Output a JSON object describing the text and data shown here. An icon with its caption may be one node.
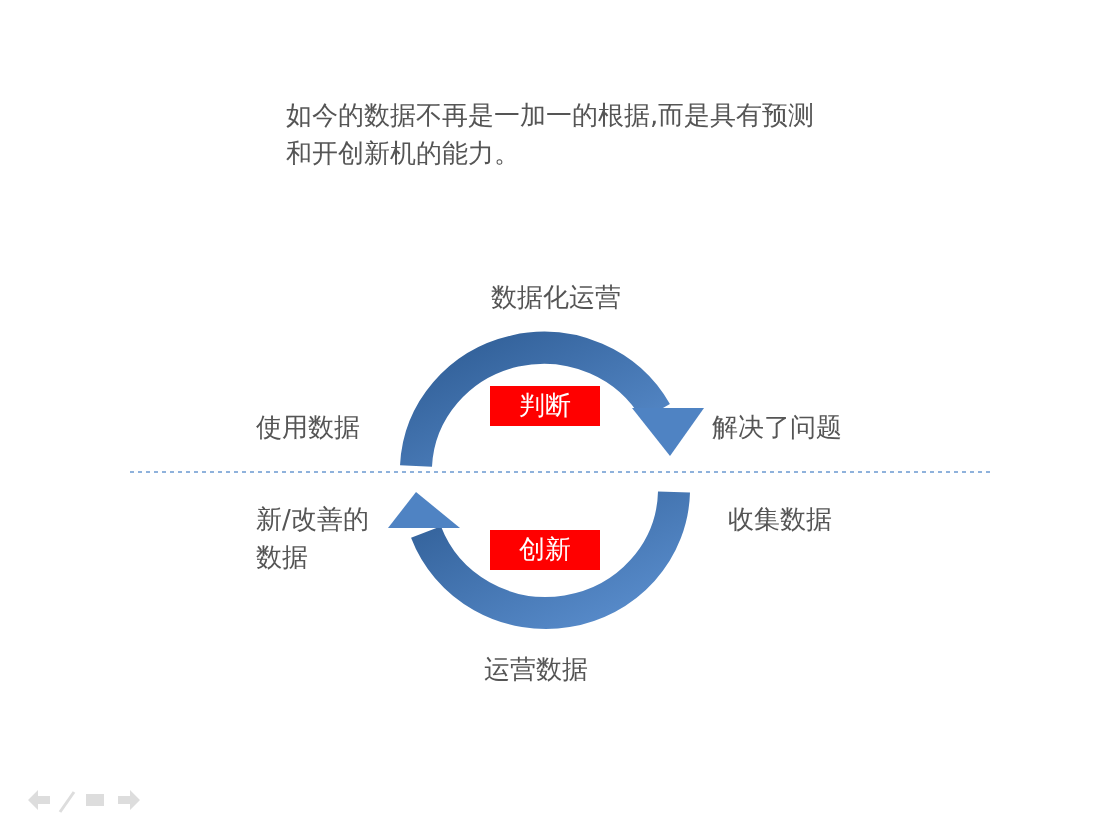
{
  "diagram": {
    "nodes": [
      {
        "text": [
          "判断"
        ]
      },
      {
        "text": [
          "创新"
        ]
      }
    ],
    "labels": [
      "如今的数据不再是一加一的根据,而是具有预测和开创新机的能力。",
      "数据化运营",
      "使用数据",
      "解决了问题",
      "新/改善的数据",
      "收集数据",
      "运营数据"
    ]
  }
}
